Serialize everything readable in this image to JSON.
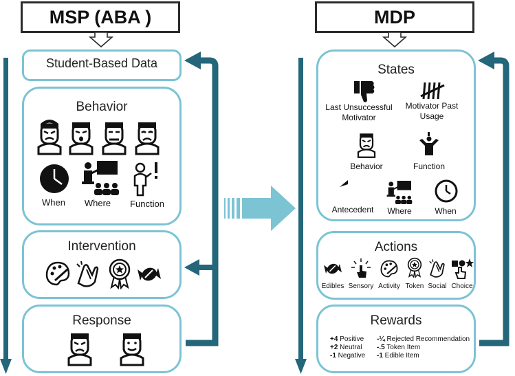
{
  "left": {
    "title": "MSP (ABA )",
    "student_data_label": "Student-Based Data",
    "behavior": {
      "title": "Behavior",
      "icons": [
        "angry-face-icon",
        "shouting-face-icon",
        "frowning-face-icon",
        "sad-face-icon"
      ],
      "when_label": "When",
      "where_label": "Where",
      "function_label": "Function"
    },
    "intervention": {
      "title": "Intervention",
      "icons": [
        "palette-icon",
        "clapping-hands-icon",
        "award-ribbon-icon",
        "candy-icon"
      ]
    },
    "response": {
      "title": "Response",
      "icons": [
        "angry-face-icon",
        "smiling-face-icon"
      ]
    }
  },
  "right": {
    "title": "MDP",
    "states": {
      "title": "States",
      "last_unsuccessful_label": "Last Unsuccessful\nMotivator",
      "motivator_past_label": "Motivator Past\nUsage",
      "behavior_label": "Behavior",
      "function_label": "Function",
      "antecedent_label": "Antecedent",
      "where_label": "Where",
      "when_label": "When"
    },
    "actions": {
      "title": "Actions",
      "items": [
        "Edibles",
        "Sensory",
        "Activity",
        "Token",
        "Social",
        "Choice"
      ]
    },
    "rewards": {
      "title": "Rewards",
      "positive_value": "+4",
      "positive_label": " Positive",
      "neutral_value": "+2",
      "neutral_label": " Neutral",
      "negative_value": "-1",
      "negative_label": " Negative",
      "rejected_value": "-¼",
      "rejected_label": " Rejected Recommendation",
      "token_value": "-.5",
      "token_label": " Token Item",
      "edible_value": "-1",
      "edible_label": " Edible Item"
    }
  },
  "colors": {
    "panel_border": "#7cc3d4",
    "arrow_dark": "#24667a",
    "arrow_light": "#7cc3d4",
    "title_border": "#2b2b2b"
  }
}
